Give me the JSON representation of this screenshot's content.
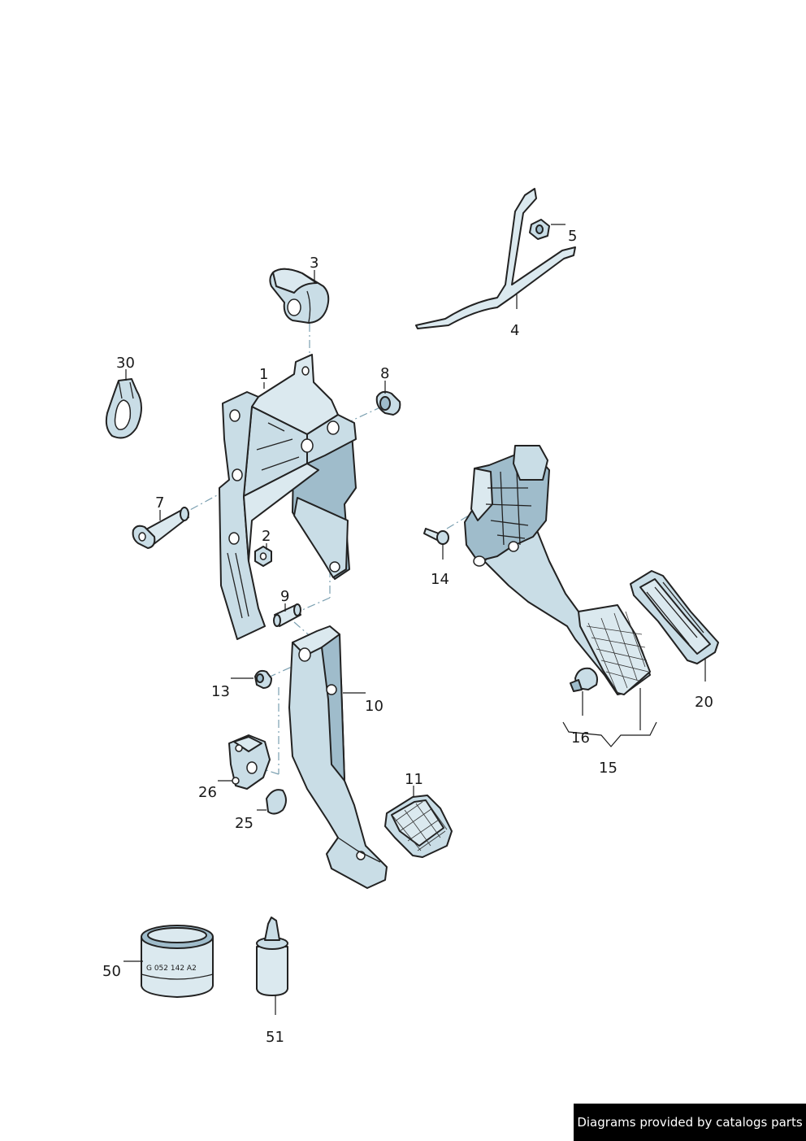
{
  "labels": {
    "p1": "1",
    "p2": "2",
    "p3": "3",
    "p4": "4",
    "p5": "5",
    "p7": "7",
    "p8": "8",
    "p9": "9",
    "p10": "10",
    "p11": "11",
    "p13": "13",
    "p14": "14",
    "p15": "15",
    "p16": "16",
    "p20": "20",
    "p25": "25",
    "p26": "26",
    "p30": "30",
    "p50": "50",
    "p51": "51"
  },
  "part_markings": {
    "p50_print": "G 052 142 A2"
  },
  "credit": "Diagrams provided by catalogs parts"
}
